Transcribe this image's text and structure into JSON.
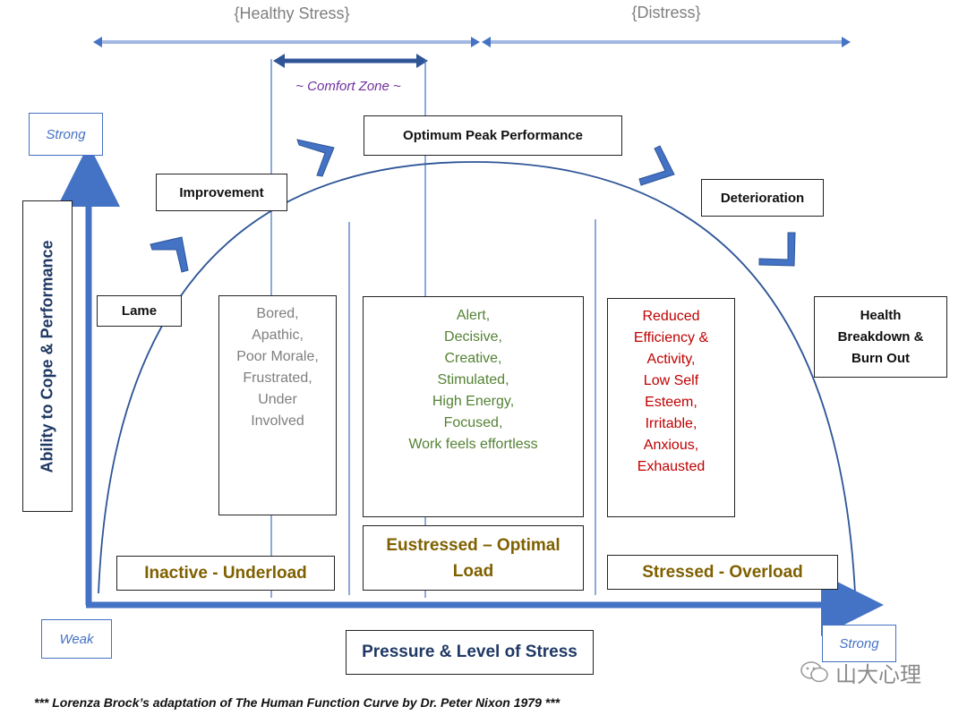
{
  "header": {
    "healthy_stress": "{Healthy Stress}",
    "distress": "{Distress}",
    "comfort_zone": "~ Comfort Zone ~"
  },
  "axes": {
    "y_label": "Ability to Cope & Performance",
    "x_label": "Pressure & Level of Stress",
    "strong_top": "Strong",
    "weak": "Weak",
    "strong_right": "Strong"
  },
  "stages": {
    "lame": "Lame",
    "improvement": "Improvement",
    "peak": "Optimum Peak Performance",
    "deterioration": "Deterioration",
    "breakdown": "Health\nBreakdown &\nBurn Out"
  },
  "zones": {
    "underload_traits": "Bored,\nApathic,\nPoor Morale,\nFrustrated,\nUnder\nInvolved",
    "optimal_traits": "Alert,\nDecisive,\nCreative,\nStimulated,\nHigh Energy,\nFocused,\nWork feels effortless",
    "overload_traits": "Reduced\nEfficiency &\nActivity,\nLow Self\nEsteem,\nIrritable,\nAnxious,\nExhausted",
    "underload_label": "Inactive - Underload",
    "optimal_label": "Eustressed – Optimal\nLoad",
    "overload_label": "Stressed - Overload"
  },
  "footer": {
    "citation": "*** Lorenza Brock’s adaptation of The Human Function Curve by Dr. Peter Nixon 1979 ***",
    "watermark": "山大心理"
  },
  "colors": {
    "axis_blue": "#4472c4",
    "underload_text": "#7f7f7f",
    "optimal_text": "#548235",
    "overload_text": "#c00000",
    "zone_label": "#7f6000",
    "navy": "#1f3864"
  }
}
